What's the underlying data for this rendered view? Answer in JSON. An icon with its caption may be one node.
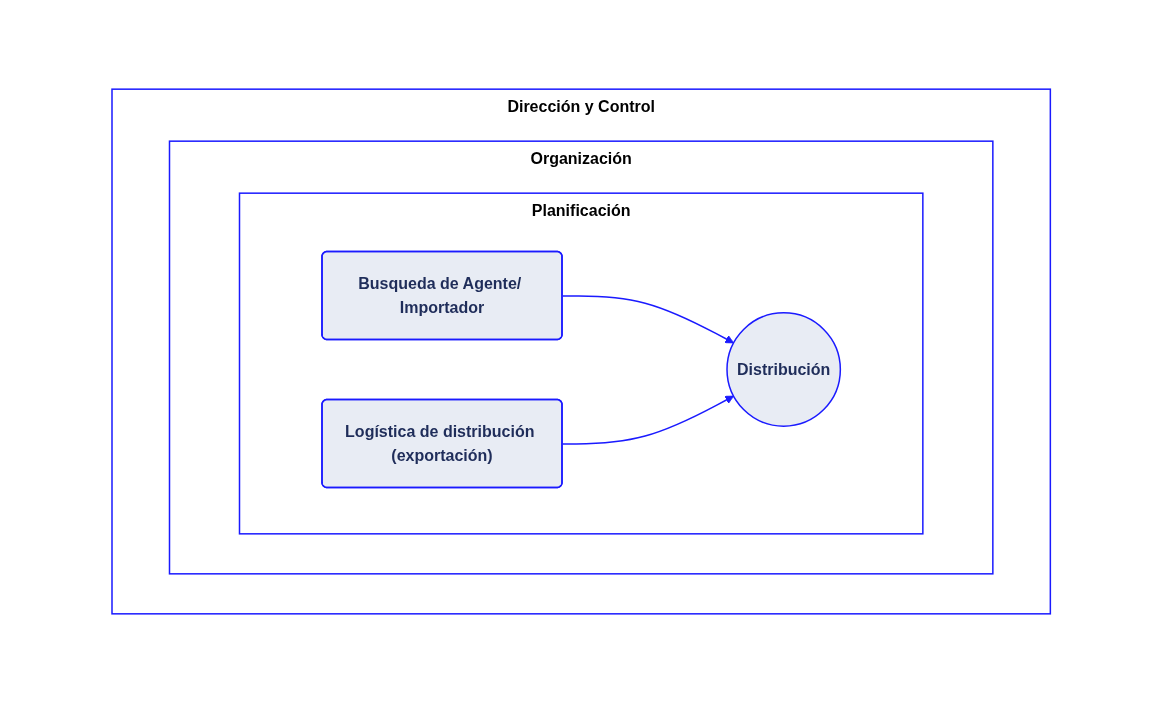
{
  "diagram": {
    "nodes": [
      {
        "text": [
          "Dirección y Control"
        ]
      },
      {
        "text": [
          "Organización"
        ],
        "in": 0
      },
      {
        "text": [
          "Planificación"
        ],
        "in": 1
      },
      {
        "text": [
          "Busqueda de Agente/ Importador"
        ],
        "in": 2
      },
      {
        "text": [
          "Distribución"
        ],
        "in": 2
      },
      {
        "text": [
          "Logística de distribución (exportación)"
        ],
        "in": 2
      }
    ],
    "edges": [
      {
        "from": 3,
        "to": 4,
        "arrow": "to"
      },
      {
        "from": 5,
        "to": 4,
        "arrow": "to"
      }
    ]
  }
}
